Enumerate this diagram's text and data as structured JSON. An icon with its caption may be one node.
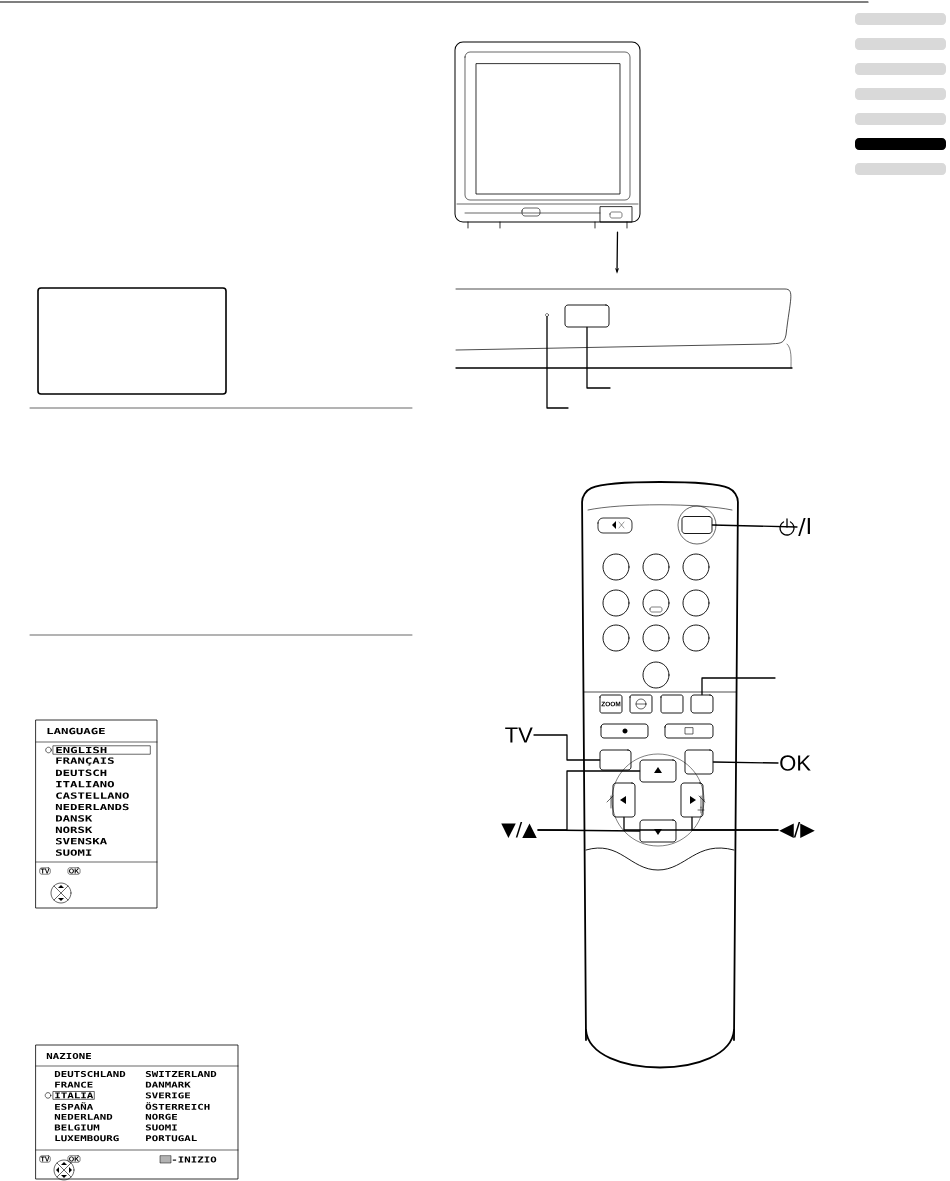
{
  "diagram": {
    "nodes": [
      {
        "text": [],
        "shape": "box"
      },
      {
        "text": [
          "LANGUAGE",
          "ENGLISH",
          "FRANÇAIS",
          "DEUTSCH",
          "ITALIANO",
          "CASTELLANO",
          "NEDERLANDS",
          "DANSK",
          "NORSK",
          "SVENSKA",
          "SUOMI",
          "TV",
          "OK"
        ]
      },
      {
        "text": [
          "NAZIONE",
          "DEUTSCHLAND",
          "SWITZERLAND",
          "FRANCE",
          "DANMARK",
          "ITALIA",
          "SVERIGE",
          "ESPAÑA",
          "ÖSTERREICH",
          "NEDERLAND",
          "NORGE",
          "BELGIUM",
          "SUOMI",
          "LUXEMBOURG",
          "PORTUGAL",
          "TV",
          "OK",
          "-INIZIO"
        ]
      },
      {
        "text": [],
        "shape": "picture"
      },
      {
        "text": [],
        "shape": "picture"
      },
      {
        "text": [],
        "shape": "box",
        "in": 4
      },
      {
        "text": [],
        "shape": "circle",
        "in": 4
      },
      {
        "text": [],
        "shape": "picture"
      },
      {
        "text": [],
        "shape": "box",
        "in": 7
      },
      {
        "text": [],
        "shape": "box",
        "in": 7
      },
      {
        "text": [],
        "shape": "box",
        "in": 7
      },
      {
        "text": [],
        "shape": "box",
        "in": 7
      },
      {
        "text": [],
        "shape": "box",
        "in": 7
      },
      {
        "text": [],
        "shape": "box",
        "in": 7
      },
      {
        "text": [],
        "shape": "box",
        "in": 7
      },
      {
        "text": [],
        "shape": "box",
        "in": 7
      },
      {
        "text": [
          "/I"
        ]
      },
      {
        "text": [
          "TV"
        ]
      },
      {
        "text": [
          "OK"
        ]
      },
      {
        "text": [
          "▼/▲"
        ]
      },
      {
        "text": [
          "◀/▶"
        ]
      }
    ],
    "edges": [
      {
        "from": 3,
        "to": 4,
        "arrow": "to"
      },
      {
        "from": null,
        "to": 5,
        "arrow": "none"
      },
      {
        "from": null,
        "to": 6,
        "arrow": "none"
      },
      {
        "from": 16,
        "to": 8,
        "arrow": "none"
      },
      {
        "from": null,
        "to": 9,
        "arrow": "none"
      },
      {
        "from": 17,
        "to": 10,
        "arrow": "none"
      },
      {
        "from": 18,
        "to": 11,
        "arrow": "none"
      },
      {
        "from": 19,
        "to": 12,
        "arrow": "none"
      },
      {
        "from": 19,
        "to": 13,
        "arrow": "none"
      },
      {
        "from": 20,
        "to": 14,
        "arrow": "none"
      },
      {
        "from": 20,
        "to": 15,
        "arrow": "none"
      }
    ],
    "labels": [
      "ZOOM"
    ]
  }
}
